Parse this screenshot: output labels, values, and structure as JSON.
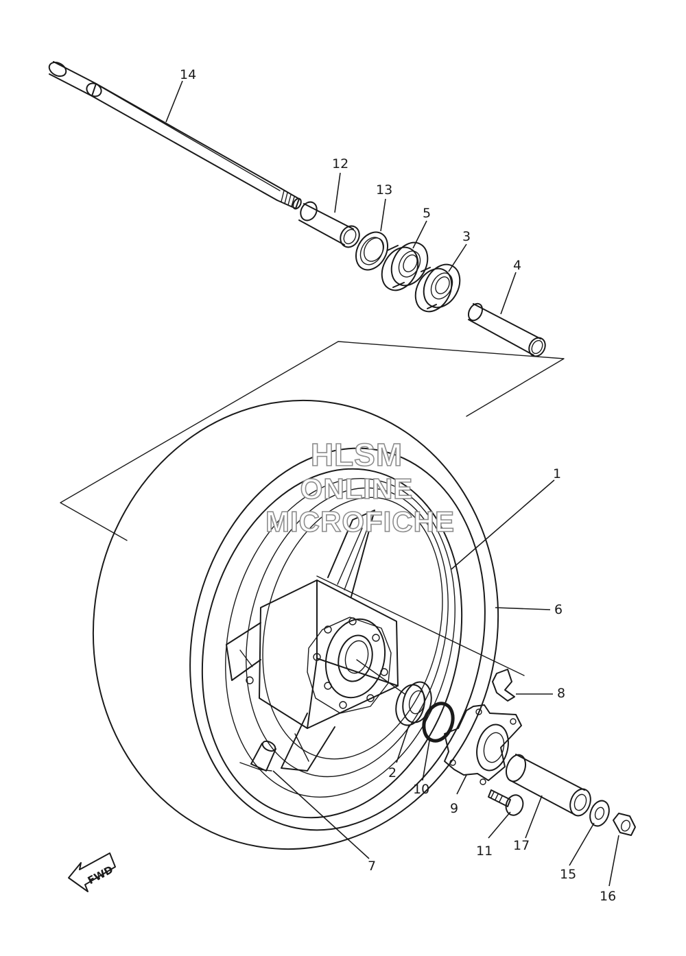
{
  "callouts": [
    "1",
    "2",
    "3",
    "4",
    "5",
    "6",
    "7",
    "8",
    "9",
    "10",
    "11",
    "12",
    "13",
    "14",
    "15",
    "16",
    "17"
  ],
  "watermark": {
    "line1": "HLSM",
    "line2": "ONLINE",
    "line3": "MICROFICHE"
  },
  "direction_label": "FWD",
  "colors": {
    "line": "#1a1a1a",
    "watermark_stroke": "#8c8c8c",
    "background": "#ffffff"
  }
}
